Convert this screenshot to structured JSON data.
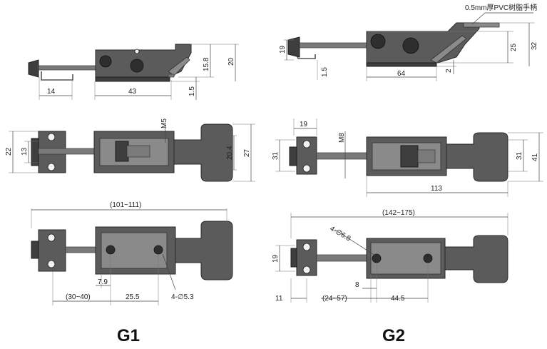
{
  "models": [
    {
      "label": "G1"
    },
    {
      "label": "G2"
    }
  ],
  "note": "0.5mm厚PVC树脂手柄",
  "dims": {
    "g1_side": {
      "d14": "14",
      "d43": "43",
      "d15_8": "15.8",
      "d20": "20",
      "d1_5": "1.5"
    },
    "g1_top": {
      "d22": "22",
      "d13": "13",
      "m5": "M5",
      "d20_4": "20.4",
      "d27": "27"
    },
    "g1_bottom": {
      "d101_111": "(101~111)",
      "d7_9": "7.9",
      "d30_40": "(30~40)",
      "d25_5": "25.5",
      "d4_5_3": "4-∅5.3"
    },
    "g2_side": {
      "d19": "19",
      "d1_5": "1.5",
      "d64": "64",
      "d2": "2",
      "d25": "25",
      "d32": "32"
    },
    "g2_top": {
      "d19": "19",
      "m8": "M8",
      "d31": "31",
      "d113": "113",
      "d31r": "31",
      "d41": "41"
    },
    "g2_bottom": {
      "d142_175": "(142~175)",
      "d4_6_8": "4-∅6.8",
      "d19": "19",
      "d11": "11",
      "d8": "8",
      "d24_57": "(24~57)",
      "d44_5": "44.5"
    }
  }
}
